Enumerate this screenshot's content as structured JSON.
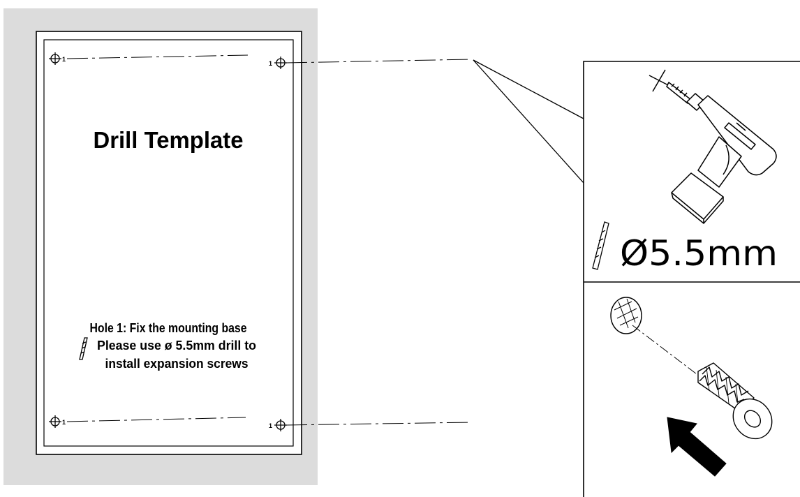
{
  "template": {
    "title": "Drill Template",
    "note_line1": "Hole 1: Fix the mounting base",
    "note_line2": "Please use ø 5.5mm drill to",
    "note_line3": "install expansion screws",
    "hole_label": "1"
  },
  "detail": {
    "drill_size": "Ø5.5mm"
  },
  "colors": {
    "wall": "#dcdcdc",
    "paper": "#ffffff",
    "ink": "#000000"
  },
  "icons": [
    "crosshair-icon",
    "drill-bit-icon",
    "power-drill-icon",
    "expansion-anchor-icon",
    "screw-head-icon",
    "arrow-icon"
  ]
}
